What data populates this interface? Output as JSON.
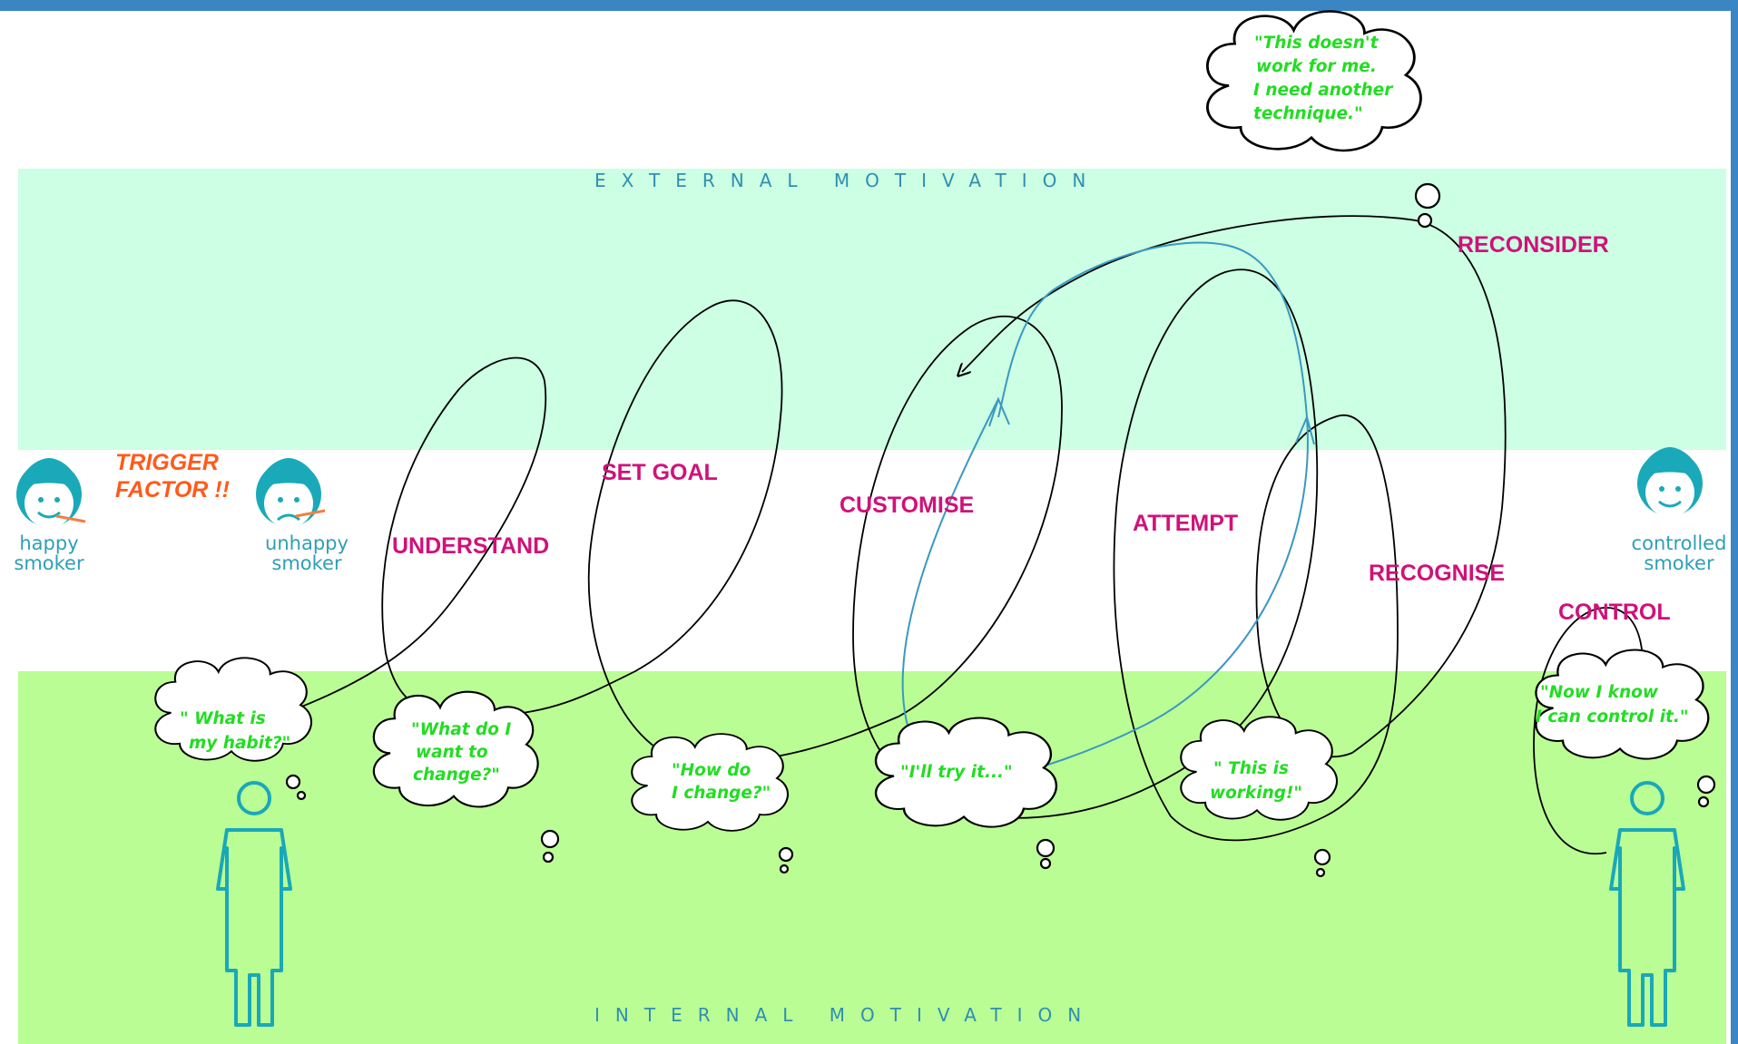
{
  "bands": {
    "external": "EXTERNAL MOTIVATION",
    "internal": "INTERNAL MOTIVATION"
  },
  "trigger": {
    "line1": "TRIGGER",
    "line2": "FACTOR !!"
  },
  "people": {
    "happy": {
      "line1": "happy",
      "line2": "smoker"
    },
    "unhappy": {
      "line1": "unhappy",
      "line2": "smoker"
    },
    "controlled": {
      "line1": "controlled",
      "line2": "smoker"
    }
  },
  "stages": {
    "understand": "UNDERSTAND",
    "set_goal": "SET GOAL",
    "customise": "CUSTOMISE",
    "attempt": "ATTEMPT",
    "recognise": "RECOGNISE",
    "control": "CONTROL",
    "reconsider": "RECONSIDER"
  },
  "thoughts": {
    "habit": {
      "line1": "\" What is",
      "line2": "my habit?\""
    },
    "change": {
      "line1": "\"What do I",
      "line2": "want to",
      "line3": "change?\""
    },
    "how": {
      "line1": "\"How do",
      "line2": "I change?\""
    },
    "try": {
      "line1": "\"I'll try it...\""
    },
    "working": {
      "line1": "\" This is",
      "line2": "working!\""
    },
    "control": {
      "line1": "\"Now I know",
      "line2": "I can control it.\""
    },
    "reconsider": {
      "line1": "\"This doesn't",
      "line2": "work for me.",
      "line3": "I need another",
      "line4": "technique.\""
    }
  },
  "colors": {
    "external_band": "#ccffe3",
    "internal_band": "#bbfd95",
    "stage_label": "#d0117a",
    "trigger": "#ff5a1a",
    "thought_text": "#22dd22",
    "figure": "#19a8b8",
    "band_label": "#2f8fb0",
    "frame": "#3a86c4"
  }
}
